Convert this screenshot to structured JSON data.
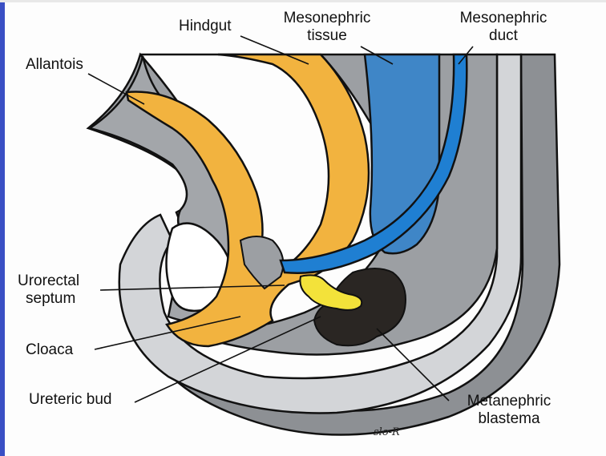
{
  "labels": {
    "hindgut": "Hindgut",
    "mesonephric_tissue_line1": "Mesonephric",
    "mesonephric_tissue_line2": "tissue",
    "mesonephric_duct_line1": "Mesonephric",
    "mesonephric_duct_line2": "duct",
    "allantois": "Allantois",
    "urorectal_septum_line1": "Urorectal",
    "urorectal_septum_line2": "septum",
    "cloaca": "Cloaca",
    "ureteric_bud": "Ureteric bud",
    "metanephric_blastema_line1": "Metanephric",
    "metanephric_blastema_line2": "blastema"
  },
  "signature": "slo-R",
  "colors": {
    "endoderm_orange": "#f2b33f",
    "mesoderm_gray": "#9c9fa3",
    "outer_gray": "#8d9094",
    "light_gray": "#d3d5d8",
    "mesonephric_blue": "#3f86c7",
    "duct_blue": "#1f7fd2",
    "ureteric_yellow": "#f3e23a",
    "blastema_black": "#2a2623"
  }
}
